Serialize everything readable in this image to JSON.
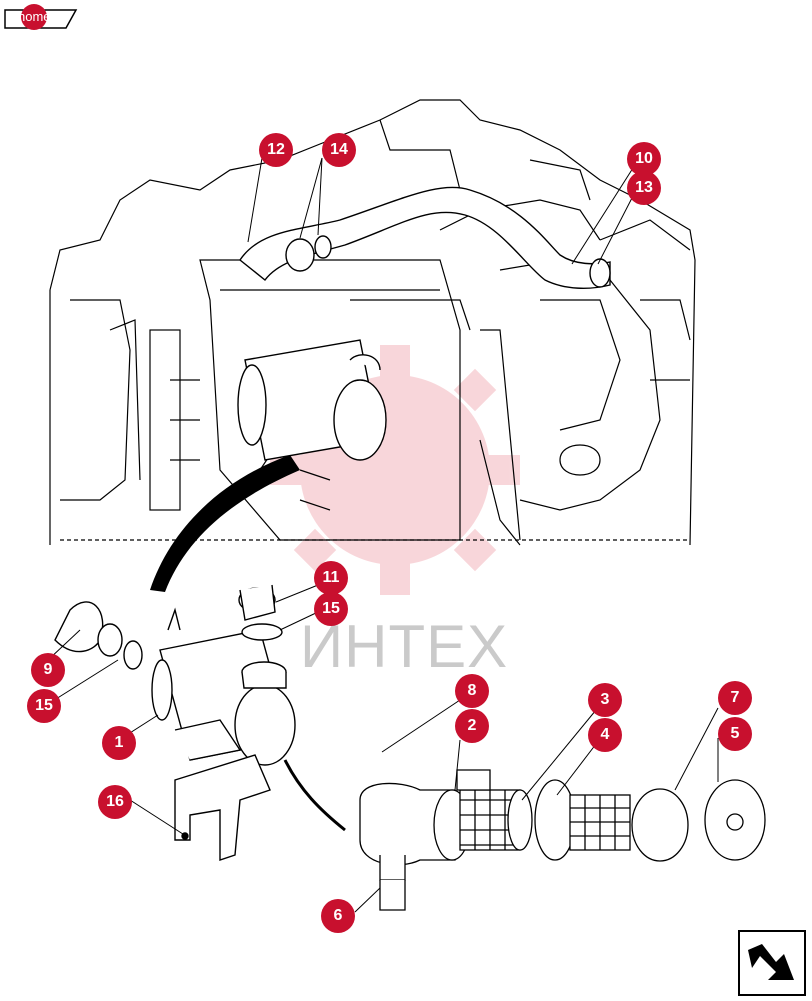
{
  "nav": {
    "home_label": "home",
    "next_icon": "next-page-arrow-icon"
  },
  "watermark": {
    "text": "ИНТЕХ"
  },
  "callouts": {
    "c1": "1",
    "c2": "2",
    "c3": "3",
    "c4": "4",
    "c5": "5",
    "c6": "6",
    "c7": "7",
    "c8": "8",
    "c9": "9",
    "c10": "10",
    "c11": "11",
    "c12": "12",
    "c13": "13",
    "c14": "14",
    "c15a": "15",
    "c15b": "15",
    "c16": "16"
  },
  "colors": {
    "callout": "#c8102e",
    "line": "#000000",
    "watermark": "#f2c4c8"
  }
}
